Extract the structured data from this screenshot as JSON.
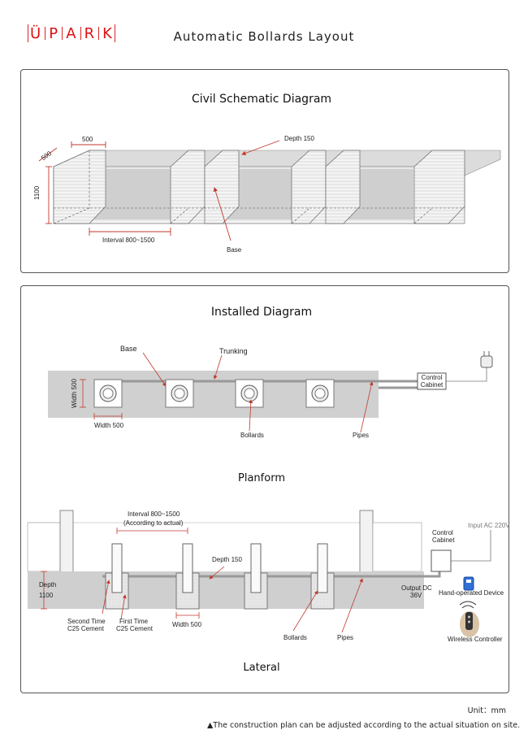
{
  "brand": {
    "letters": [
      "Ü",
      "P",
      "A",
      "R",
      "K"
    ]
  },
  "title": "Automatic Bollards Layout",
  "civil": {
    "title": "Civil Schematic Diagram",
    "dim_width": "500",
    "dim_depth_side": "500",
    "dim_height": "1100",
    "depth_label": "Depth 150",
    "interval_label": "Interval 800~1500",
    "base_label": "Base"
  },
  "installed": {
    "title": "Installed Diagram",
    "base_label": "Base",
    "trunking_label": "Trunking",
    "width_side_label": "Width 500",
    "width_bottom_label": "Width 500",
    "control_cabinet_label": [
      "Control",
      "Cabinet"
    ],
    "bollards_label": "Bollards",
    "pipes_label": "Pipes",
    "planform_label": "Planform"
  },
  "lateral": {
    "interval_label": "Interval 800~1500",
    "interval_note": "(According to actual)",
    "depth_label": "Depth 150",
    "depth_side_label": "Depth",
    "depth_side_value": "1100",
    "second_time_label": [
      "Second Time",
      "C25 Cement"
    ],
    "first_time_label": [
      "First Time",
      "C25 Cement"
    ],
    "width_label": "Width 500",
    "bollards_label": "Bollards",
    "pipes_label": "Pipes",
    "control_cabinet_label": [
      "Control",
      "Cabinet"
    ],
    "input_label": "Input AC 220V",
    "output_label": [
      "Output DC",
      "36V"
    ],
    "hand_device_label": "Hand-operated Device",
    "wireless_label": "Wireless Controller",
    "section_label": "Lateral"
  },
  "footer": {
    "unit": "Unit：mm",
    "note": "▲The construction plan can be adjusted according to the actual situation on site."
  }
}
